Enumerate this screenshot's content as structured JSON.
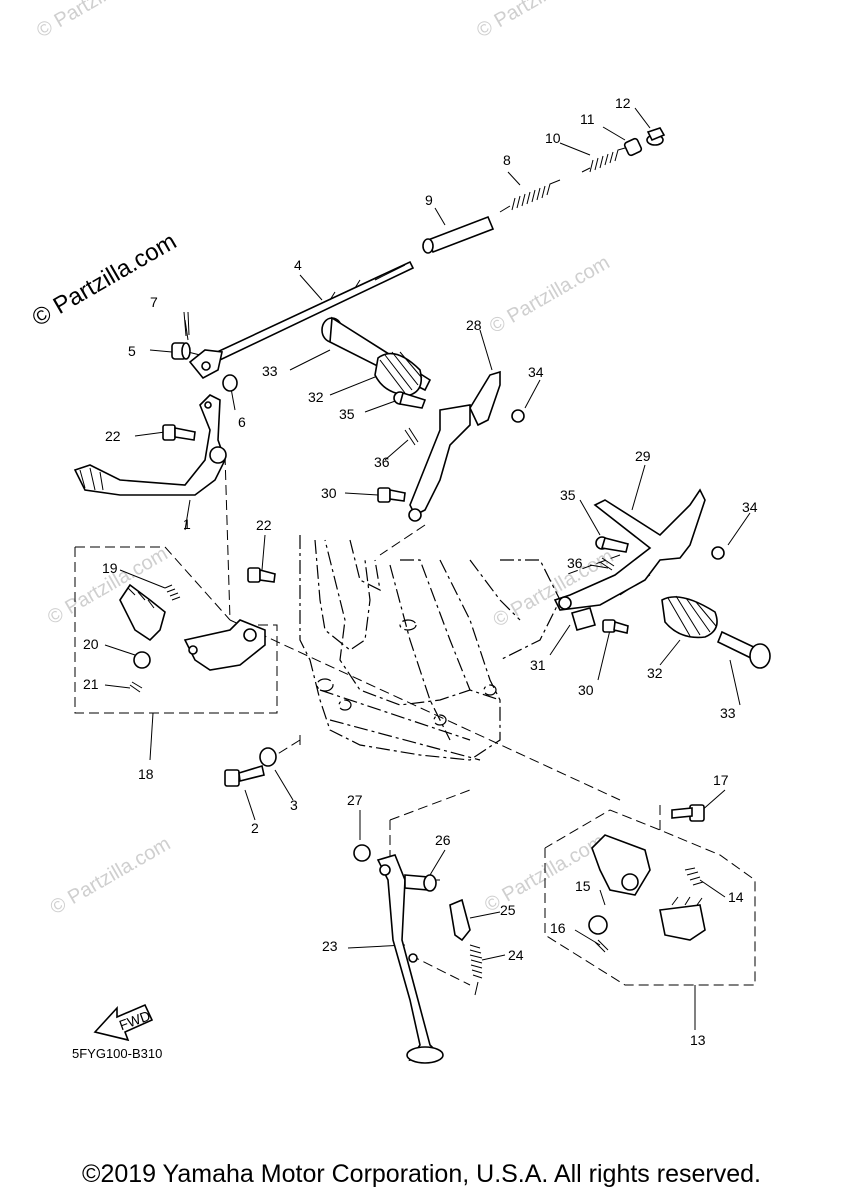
{
  "watermark": {
    "main": "© Partzilla.com",
    "faint": "© Partzilla.com"
  },
  "diagram_code": "5FYG100-B310",
  "fwd_label": "FWD",
  "copyright": "©2019 Yamaha Motor Corporation, U.S.A. All rights reserved.",
  "callouts": [
    "1",
    "2",
    "3",
    "4",
    "5",
    "6",
    "7",
    "8",
    "9",
    "10",
    "11",
    "12",
    "13",
    "14",
    "15",
    "16",
    "17",
    "18",
    "19",
    "20",
    "21",
    "22",
    "22",
    "23",
    "24",
    "25",
    "26",
    "27",
    "28",
    "29",
    "30",
    "30",
    "31",
    "32",
    "32",
    "33",
    "33",
    "34",
    "34",
    "35",
    "35",
    "36",
    "36"
  ]
}
